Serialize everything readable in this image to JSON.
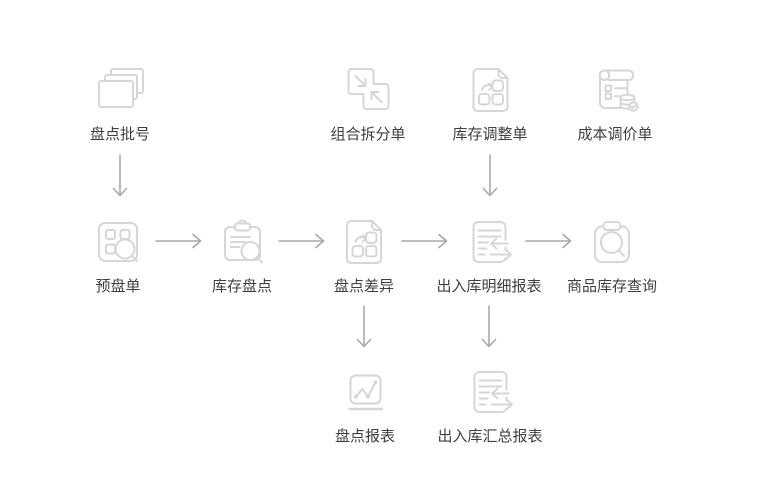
{
  "colors": {
    "icon_stroke": "#d6d6d6",
    "arrow": "#a9a9a9",
    "label": "#3f3f3f",
    "background": "#ffffff"
  },
  "flowchart": {
    "nodes": [
      {
        "id": "count-batch-number",
        "label": "盘点批号",
        "icon": "stacked-cards"
      },
      {
        "id": "combine-split-order",
        "label": "组合拆分单",
        "icon": "combine-split"
      },
      {
        "id": "inventory-adjust-order",
        "label": "库存调整单",
        "icon": "document-adjust"
      },
      {
        "id": "cost-price-adjust-order",
        "label": "成本调价单",
        "icon": "scroll-coins"
      },
      {
        "id": "pre-count-order",
        "label": "预盘单",
        "icon": "form-magnifier"
      },
      {
        "id": "inventory-count",
        "label": "库存盘点",
        "icon": "clipboard-lines-magnifier"
      },
      {
        "id": "count-difference",
        "label": "盘点差异",
        "icon": "document-adjust"
      },
      {
        "id": "inout-detail-report",
        "label": "出入库明细报表",
        "icon": "document-exchange"
      },
      {
        "id": "product-inventory-query",
        "label": "商品库存查询",
        "icon": "clipboard-magnifier"
      },
      {
        "id": "count-report",
        "label": "盘点报表",
        "icon": "line-chart"
      },
      {
        "id": "inout-summary-report",
        "label": "出入库汇总报表",
        "icon": "document-exchange"
      }
    ],
    "edges": [
      {
        "from": "count-batch-number",
        "to": "pre-count-order",
        "direction": "down"
      },
      {
        "from": "inventory-adjust-order",
        "to": "inout-detail-report",
        "direction": "down"
      },
      {
        "from": "pre-count-order",
        "to": "inventory-count",
        "direction": "right"
      },
      {
        "from": "inventory-count",
        "to": "count-difference",
        "direction": "right"
      },
      {
        "from": "count-difference",
        "to": "inout-detail-report",
        "direction": "right"
      },
      {
        "from": "inout-detail-report",
        "to": "product-inventory-query",
        "direction": "right"
      },
      {
        "from": "count-difference",
        "to": "count-report",
        "direction": "down"
      },
      {
        "from": "inout-detail-report",
        "to": "inout-summary-report",
        "direction": "down"
      }
    ]
  }
}
